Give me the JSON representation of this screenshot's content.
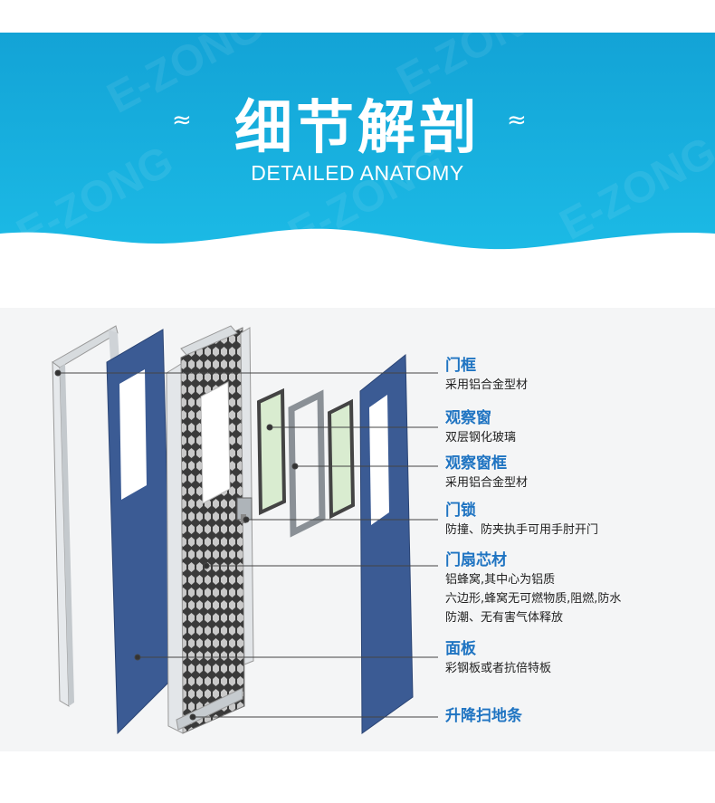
{
  "banner": {
    "title_cn": "细节解剖",
    "title_en": "DETAILED ANATOMY",
    "wave_left": "≈",
    "wave_right": "≈",
    "watermark": "E-ZONG 易众",
    "colors": {
      "top": "#13a3d6",
      "bottom": "#1cbbe6"
    }
  },
  "callouts": [
    {
      "heading": "门框",
      "lines": [
        "采用铝合金型材"
      ]
    },
    {
      "heading": "观察窗",
      "lines": [
        "双层钢化玻璃"
      ]
    },
    {
      "heading": "观察窗框",
      "lines": [
        "采用铝合金型材"
      ]
    },
    {
      "heading": "门锁",
      "lines": [
        "防撞、防夹执手可用手肘开门"
      ]
    },
    {
      "heading": "门扇芯材",
      "lines": [
        "铝蜂窝,其中心为铝质",
        "六边形,蜂窝无可燃物质,阻燃,防水",
        "防潮、无有害气体释放"
      ]
    },
    {
      "heading": "面板",
      "lines": [
        "彩钢板或者抗倍特板"
      ]
    },
    {
      "heading": "升降扫地条",
      "lines": []
    }
  ],
  "colors": {
    "heading": "#1f74c2",
    "panel": "#3b5b94",
    "frame": "#dfe3e6"
  }
}
